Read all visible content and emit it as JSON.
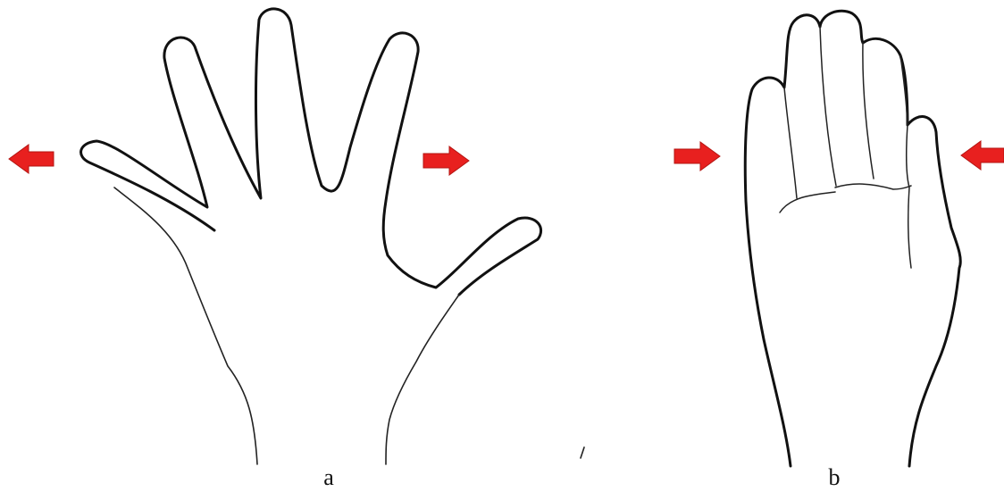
{
  "figure": {
    "panels": [
      {
        "label": "a",
        "content": "spread-hand",
        "arrows": "outward"
      },
      {
        "label": "b",
        "content": "closed-hand",
        "arrows": "inward"
      }
    ],
    "arrow_color": "#e8201f",
    "line_color": "#111111"
  }
}
